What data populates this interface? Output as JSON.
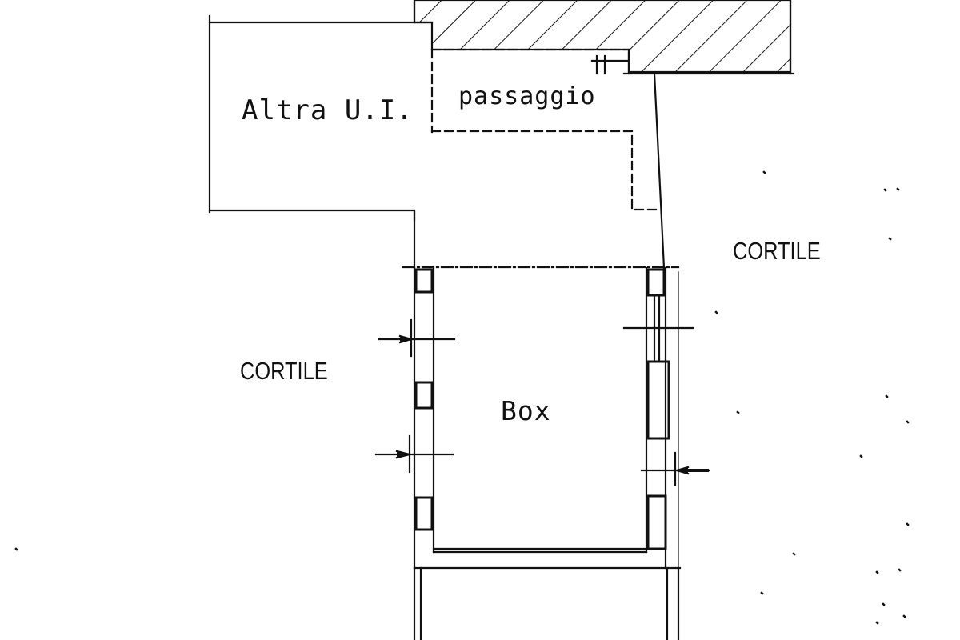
{
  "plan": {
    "rooms": {
      "altra_ui": "Altra  U.I.",
      "passaggio": "passaggio",
      "box": "Box"
    },
    "areas": {
      "cortile_right": "CORTILE",
      "cortile_left": "CORTILE"
    },
    "colors": {
      "ink": "#111111",
      "paper": "#ffffff"
    }
  }
}
